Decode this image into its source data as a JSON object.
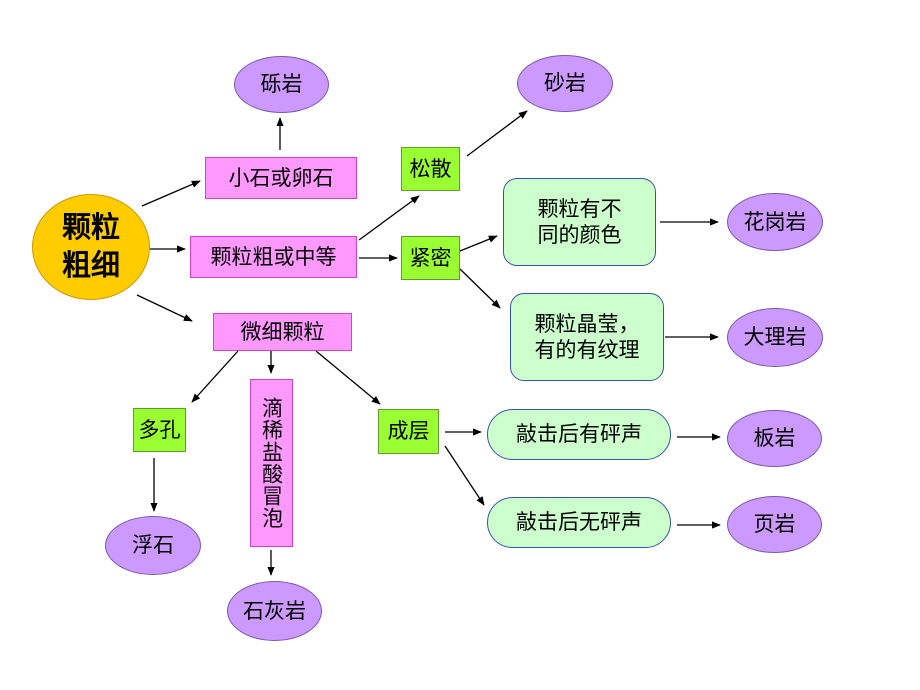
{
  "root": {
    "line1": "颗粒",
    "line2": "粗细"
  },
  "nodes": {
    "conglomerate": "砾岩",
    "pebbles": "小石或卵石",
    "medium": "颗粒粗或中等",
    "fine": "微细颗粒",
    "loose": "松散",
    "dense": "紧密",
    "sandstone": "砂岩",
    "diff_colors_l1": "颗粒有不",
    "diff_colors_l2": "同的颜色",
    "granite": "花岗岩",
    "crystal_l1": "颗粒晶莹，",
    "crystal_l2": "有的有纹理",
    "marble": "大理岩",
    "porous": "多孔",
    "pumice": "浮石",
    "acid_bubble": "滴稀盐酸冒泡",
    "limestone": "石灰岩",
    "layered": "成层",
    "crisp_sound": "敲击后有砰声",
    "slate": "板岩",
    "no_crisp_sound": "敲击后无砰声",
    "shale": "页岩"
  }
}
